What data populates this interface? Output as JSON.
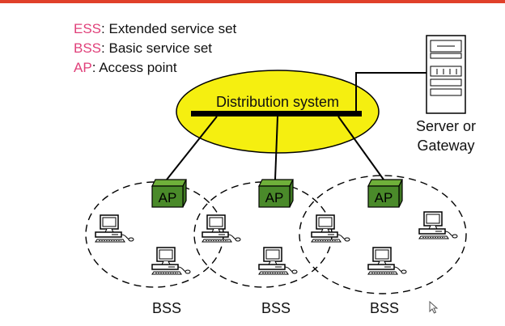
{
  "legend": [
    {
      "abbr": "ESS",
      "text": ": Extended service set"
    },
    {
      "abbr": "BSS",
      "text": ": Basic service set"
    },
    {
      "abbr": "AP",
      "text": ": Access point"
    }
  ],
  "distribution_system": {
    "label": "Distribution system"
  },
  "server": {
    "line1": "Server or",
    "line2": "Gateway"
  },
  "access_points": [
    {
      "label": "AP"
    },
    {
      "label": "AP"
    },
    {
      "label": "AP"
    }
  ],
  "bss_labels": [
    {
      "label": "BSS"
    },
    {
      "label": "BSS"
    },
    {
      "label": "BSS"
    }
  ],
  "colors": {
    "accent_bar": "#e0402a",
    "legend_abbr": "#e0407a",
    "distribution_fill": "#f5ef10",
    "ap_fill": "#4a8a2a",
    "ap_top": "#6fb03a"
  }
}
